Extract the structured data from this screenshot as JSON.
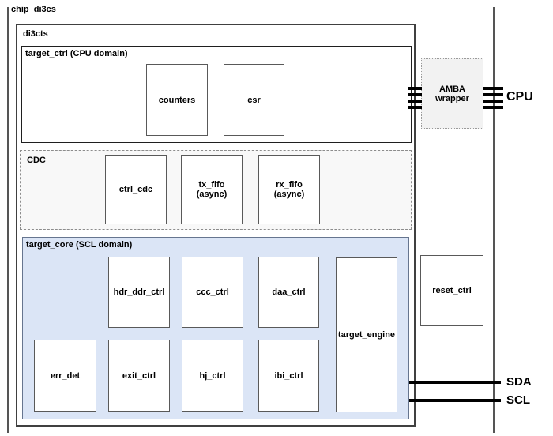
{
  "diagram": {
    "chip_label": "chip_di3cs",
    "di3cts_label": "di3cts",
    "target_ctrl_label": "target_ctrl (CPU domain)",
    "cdc_label": "CDC",
    "target_core_label": "target_core (SCL domain)",
    "amba": {
      "line1": "AMBA",
      "line2": "wrapper"
    },
    "modules": {
      "counters": "counters",
      "csr": "csr",
      "ctrl_cdc": "ctrl_cdc",
      "tx_fifo_line1": "tx_fifo",
      "tx_fifo_line2": "(async)",
      "rx_fifo_line1": "rx_fifo",
      "rx_fifo_line2": "(async)",
      "hdr_ddr_ctrl": "hdr_ddr_ctrl",
      "ccc_ctrl": "ccc_ctrl",
      "daa_ctrl": "daa_ctrl",
      "target_engine": "target_engine",
      "err_det": "err_det",
      "exit_ctrl": "exit_ctrl",
      "hj_ctrl": "hj_ctrl",
      "ibi_ctrl": "ibi_ctrl",
      "reset_ctrl": "reset_ctrl"
    },
    "signals": {
      "cpu": "CPU",
      "sda": "SDA",
      "scl": "SCL"
    },
    "colors": {
      "core_fill": "#dbe5f6",
      "cdc_fill": "#f8f8f8",
      "amba_fill": "#f2f2f2",
      "wire": "#000000"
    }
  }
}
